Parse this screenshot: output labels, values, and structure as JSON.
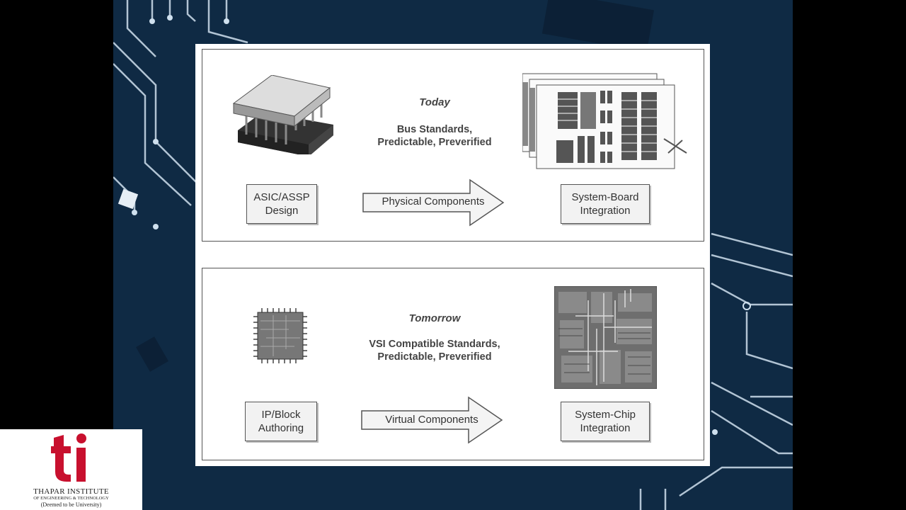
{
  "diagram": {
    "today": {
      "era": "Today",
      "standards_line1": "Bus Standards,",
      "standards_line2": "Predictable, Preverified",
      "source_line1": "ASIC/ASSP",
      "source_line2": "Design",
      "arrow_label": "Physical Components",
      "target_line1": "System-Board",
      "target_line2": "Integration"
    },
    "tomorrow": {
      "era": "Tomorrow",
      "standards_line1": "VSI Compatible Standards,",
      "standards_line2": "Predictable, Preverified",
      "source_line1": "IP/Block",
      "source_line2": "Authoring",
      "arrow_label": "Virtual Components",
      "target_line1": "System-Chip",
      "target_line2": "Integration"
    }
  },
  "logo": {
    "mark": "ti",
    "line1": "THAPAR INSTITUTE",
    "line2": "OF ENGINEERING & TECHNOLOGY",
    "line3": "(Deemed to be University)",
    "brand_color": "#c8102e"
  },
  "colors": {
    "background": "#0f2a44",
    "circuit_lines": "#cfe0ee"
  }
}
